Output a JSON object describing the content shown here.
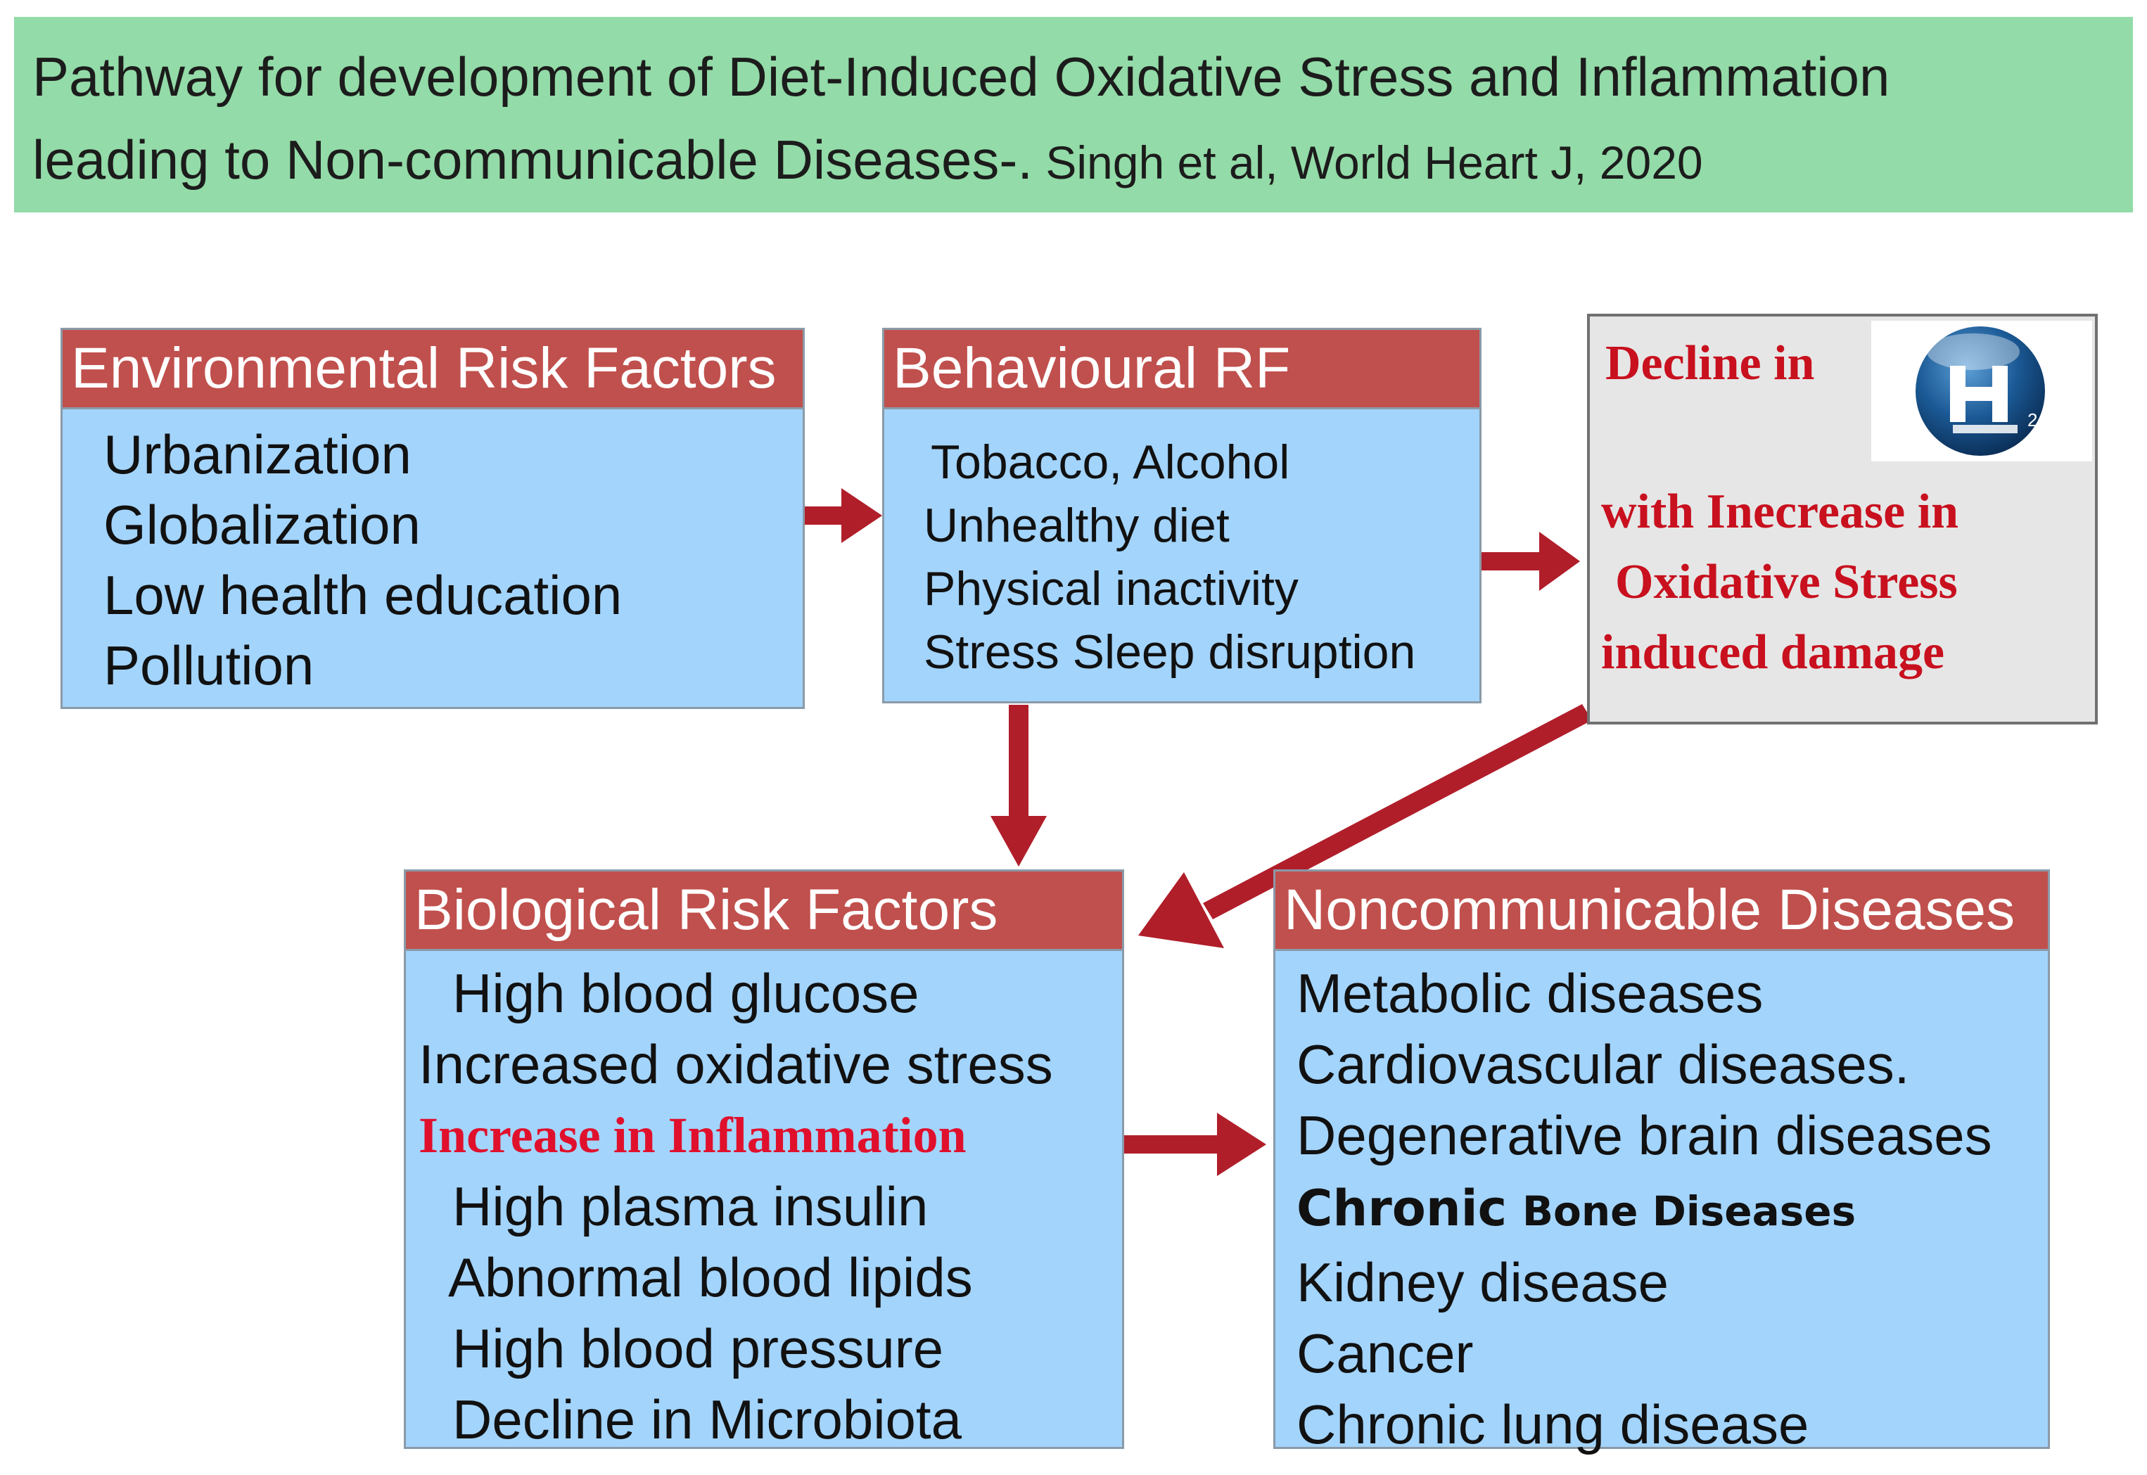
{
  "banner": {
    "line1": "Pathway for development of Diet-Induced Oxidative Stress and Inflammation",
    "line2": "leading to Non-communicable Diseases-.",
    "citation": " Singh et al, World Heart J, 2020"
  },
  "environmental": {
    "title": "Environmental Risk Factors",
    "items": [
      "Urbanization",
      "Globalization",
      "Low health education",
      "Pollution"
    ]
  },
  "behavioural": {
    "title": "Behavioural RF",
    "items": [
      "Tobacco, Alcohol",
      "Unhealthy diet",
      "Physical inactivity",
      "Stress Sleep disruption"
    ]
  },
  "oxidative": {
    "decline": "Decline in",
    "lines": [
      "with Inecrease in",
      "Oxidative Stress",
      "induced damage"
    ],
    "molecule_icon": "hydrogen-h2-icon"
  },
  "biological": {
    "title": "Biological Risk Factors",
    "items": [
      "High blood glucose",
      "Increased oxidative stress",
      "Increase in Inflammation",
      "High plasma insulin",
      "Abnormal blood lipids",
      "High blood pressure",
      "Decline in Microbiota"
    ]
  },
  "ncd": {
    "title": "Noncommunicable Diseases",
    "items": [
      "Metabolic diseases",
      "Cardiovascular diseases.",
      "Degenerative brain diseases",
      "",
      "Kidney disease",
      "Cancer",
      "Chronic lung disease"
    ],
    "chronic_word": "Chronic",
    "bone_words": "Bone Diseases"
  },
  "colors": {
    "banner_bg": "#93dba8",
    "header_red": "#c0504d",
    "box_blue": "#a3d4fc",
    "arrow": "#b01e2a",
    "highlight_red": "#e0102c"
  }
}
